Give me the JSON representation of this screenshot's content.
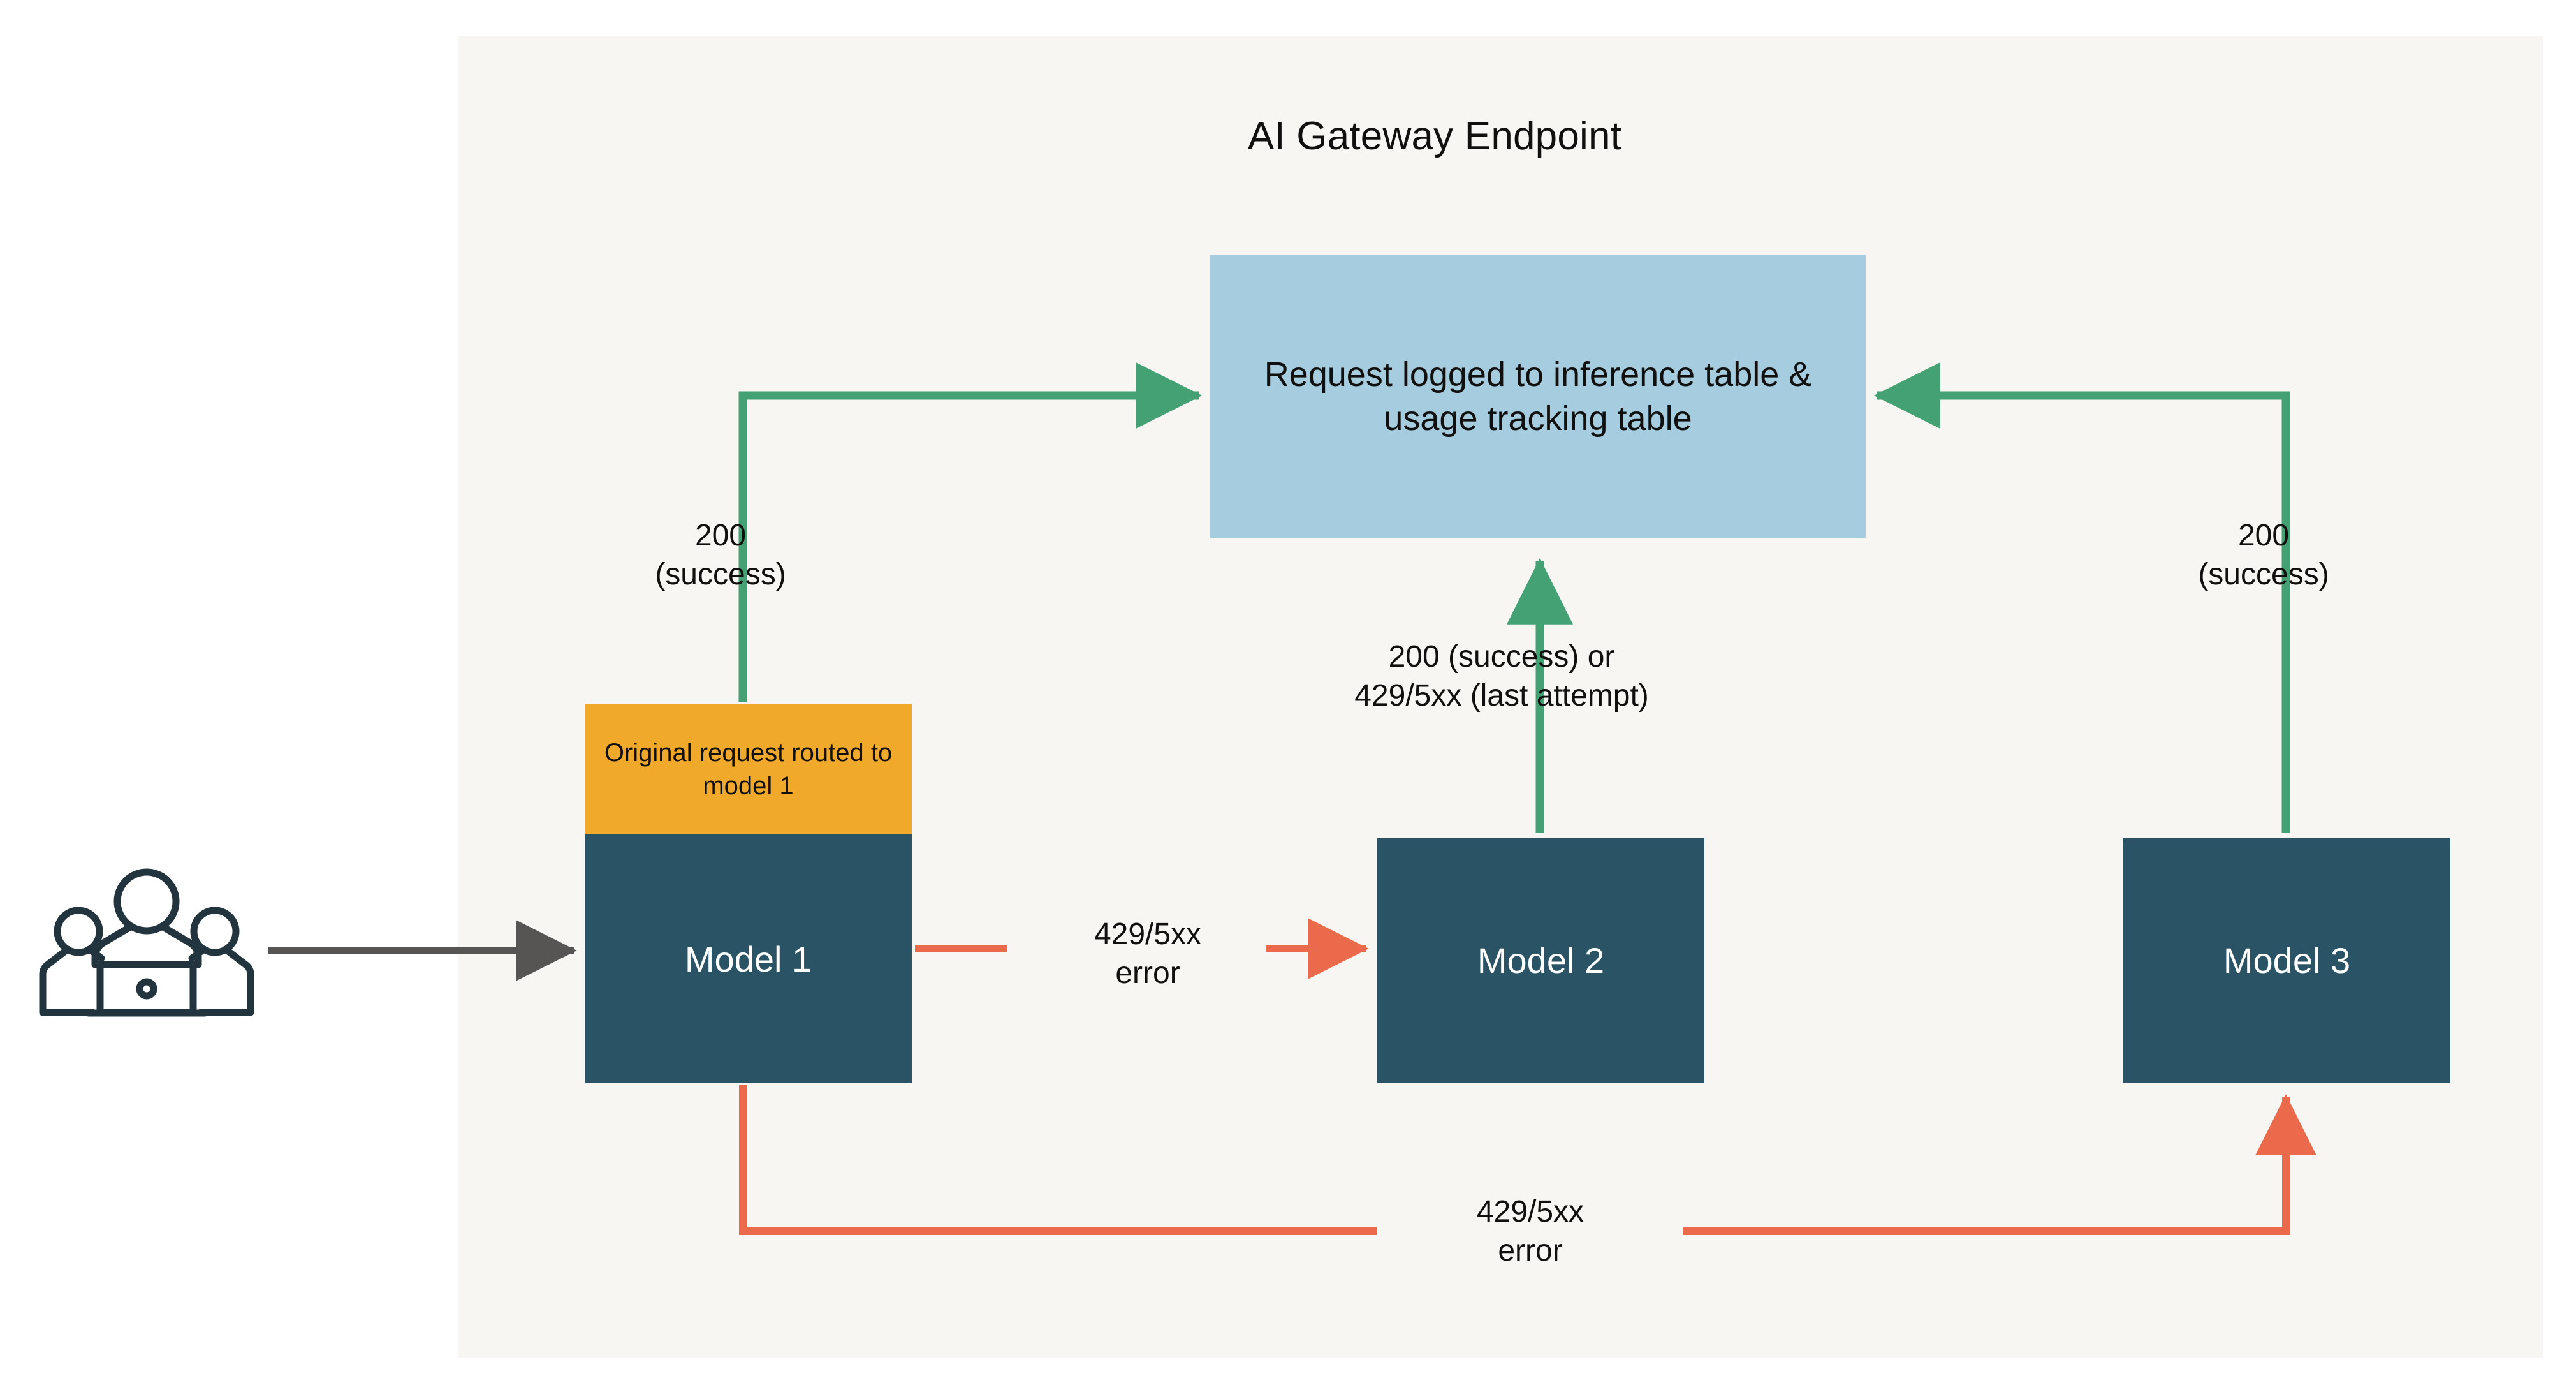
{
  "diagram": {
    "title": "AI Gateway Endpoint",
    "type": "flow-diagram",
    "colors": {
      "panel_background": "#f7f6f2",
      "page_background": "#ffffff",
      "model_box": "#2a5366",
      "log_box": "#a6cddf",
      "orange_box": "#f0a92b",
      "success_arrow": "#43a173",
      "error_arrow": "#ec6a4c",
      "request_arrow": "#575554",
      "text_dark": "#12100e",
      "text_light": "#ffffff"
    },
    "nodes": {
      "log_box": {
        "label": "Request logged to inference table & usage tracking table"
      },
      "orange_banner": {
        "label": "Original request routed to model 1"
      },
      "model1": {
        "label": "Model 1"
      },
      "model2": {
        "label": "Model 2"
      },
      "model3": {
        "label": "Model 3"
      },
      "users": {
        "label": "users-laptop-icon"
      }
    },
    "edge_labels": {
      "left_success": "200\n(success)",
      "right_success": "200\n(success)",
      "center_mid": "200 (success) or\n429/5xx (last attempt)",
      "error_model1_to_model2": "429/5xx\nerror",
      "error_model1_to_model3": "429/5xx\nerror"
    },
    "edges": [
      {
        "from": "users",
        "to": "model1",
        "label": "",
        "color": "#575554"
      },
      {
        "from": "model1",
        "to": "log_box",
        "label": "200 (success)",
        "color": "#43a173"
      },
      {
        "from": "model1",
        "to": "model2",
        "label": "429/5xx error",
        "color": "#ec6a4c"
      },
      {
        "from": "model2",
        "to": "log_box",
        "label": "200 (success) or 429/5xx (last attempt)",
        "color": "#43a173"
      },
      {
        "from": "model1",
        "to": "model3",
        "label": "429/5xx error",
        "color": "#ec6a4c"
      },
      {
        "from": "model3",
        "to": "log_box",
        "label": "200 (success)",
        "color": "#43a173"
      }
    ]
  }
}
